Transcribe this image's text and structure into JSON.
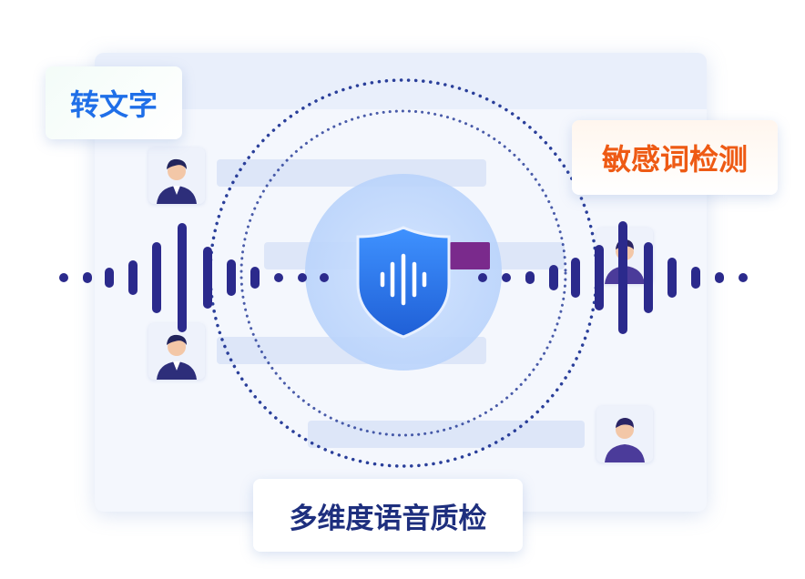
{
  "labels": {
    "speech_to_text": "转文字",
    "sensitive_word_detection": "敏感词检测",
    "multi_dimension_quality_check": "多维度语音质检"
  },
  "icons": {
    "center": "shield-voice-icon",
    "avatar": "person-icon"
  },
  "colors": {
    "blue_accent": "#1f6fe8",
    "orange_accent": "#ee5a14",
    "navy_text": "#1e2f7e",
    "waveform": "#2b2a8c",
    "dotted_ring": "#2a3f9a",
    "highlight_bar": "#7a2a8c"
  }
}
